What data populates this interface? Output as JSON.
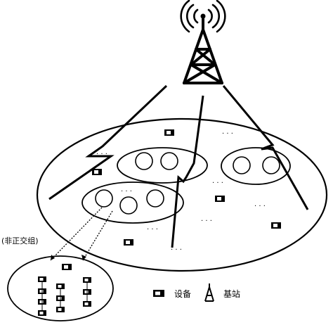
{
  "labels": {
    "non_orthogonal_group": "(非正交组)",
    "legend_device": "设备",
    "legend_base_station": "基站"
  },
  "ellipsis": "· · ·",
  "icons": {
    "tower": "base-station-tower-icon",
    "device": "device-icon",
    "ue_circle": "user-terminal-circle"
  },
  "colors": {
    "stroke": "#000000",
    "background": "#ffffff"
  }
}
